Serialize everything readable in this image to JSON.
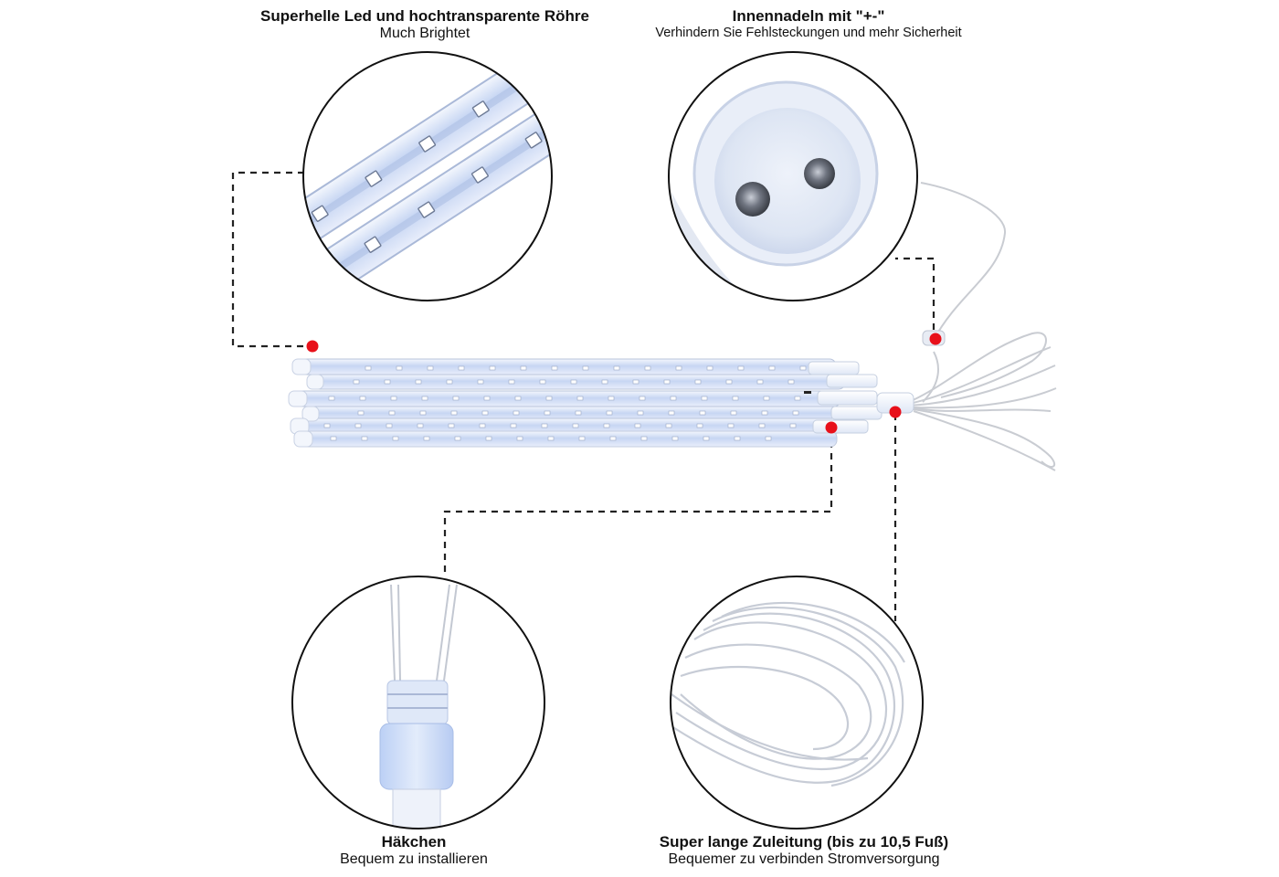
{
  "features": [
    {
      "title": "Superhelle Led und hochtransparente Röhre",
      "subtitle": "Much Brightet"
    },
    {
      "title": "Innennadeln mit \"+-\"",
      "subtitle": "Verhindern Sie Fehlsteckungen und mehr Sicherheit"
    },
    {
      "title": "Häkchen",
      "subtitle": "Bequem zu installieren"
    },
    {
      "title": "Super lange Zuleitung (bis zu 10,5 Fuß)",
      "subtitle": "Bequemer zu verbinden Stromversorgung"
    }
  ],
  "colors": {
    "marker": "#e8101a",
    "tube": "#c9d8f2",
    "led": "#ffffff",
    "callout_line": "#222222"
  }
}
